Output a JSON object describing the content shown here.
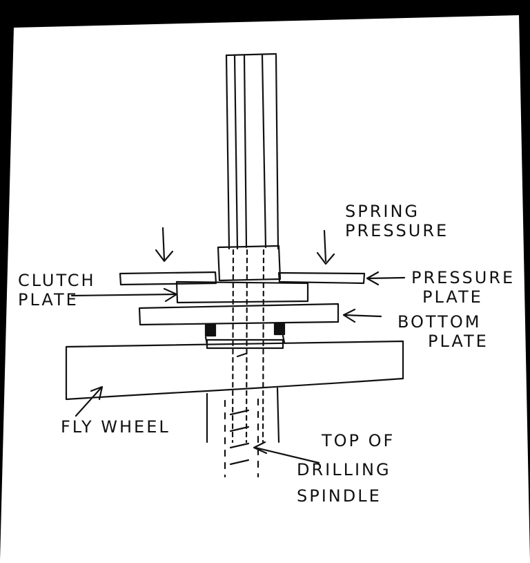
{
  "labels": {
    "spring_pressure": [
      "SPRING",
      "PRESSURE"
    ],
    "clutch_plate": [
      "CLUTCH",
      "PLATE"
    ],
    "pressure_plate": [
      "PRESSURE",
      "PLATE"
    ],
    "bottom_plate": [
      "BOTTOM",
      "PLATE"
    ],
    "fly_wheel": [
      "FLY WHEEL"
    ],
    "drilling_spindle": [
      "TOP OF",
      "DRILLING",
      "SPINDLE"
    ]
  },
  "colors": {
    "ink": "#111111",
    "paper": "#ffffff",
    "background": "#000000"
  }
}
